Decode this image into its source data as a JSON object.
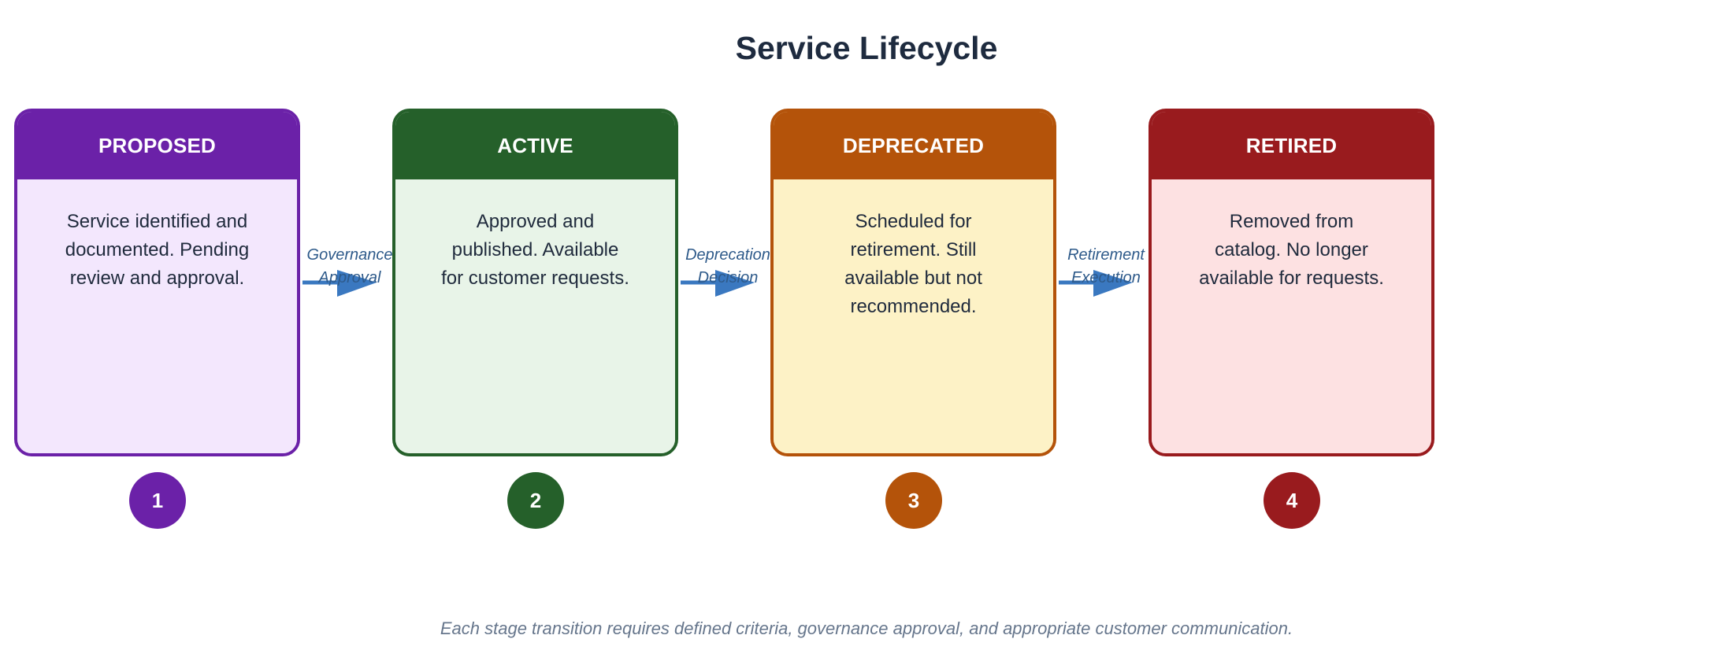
{
  "title": "Service Lifecycle",
  "stages": [
    {
      "number": "1",
      "name": "PROPOSED",
      "description": "Service identified and documented. Pending review and approval.",
      "color": "#6b21a8",
      "fill": "#f3e7fd"
    },
    {
      "number": "2",
      "name": "ACTIVE",
      "description": "Approved and published. Available for customer requests.",
      "color": "#25602a",
      "fill": "#e8f4e8"
    },
    {
      "number": "3",
      "name": "DEPRECATED",
      "description": "Scheduled for retirement. Still available but not recommended.",
      "color": "#b4530a",
      "fill": "#fdf2c6"
    },
    {
      "number": "4",
      "name": "RETIRED",
      "description": "Removed from catalog. No longer available for requests.",
      "color": "#991b1e",
      "fill": "#fde1e2"
    }
  ],
  "transitions": [
    {
      "from": "PROPOSED",
      "to": "ACTIVE",
      "label_line1": "Governance",
      "label_line2": "Approval"
    },
    {
      "from": "ACTIVE",
      "to": "DEPRECATED",
      "label_line1": "Deprecation",
      "label_line2": "Decision"
    },
    {
      "from": "DEPRECATED",
      "to": "RETIRED",
      "label_line1": "Retirement",
      "label_line2": "Execution"
    }
  ],
  "arrow_color": "#3a78c0",
  "footer": "Each stage transition requires defined criteria, governance approval, and appropriate customer communication."
}
